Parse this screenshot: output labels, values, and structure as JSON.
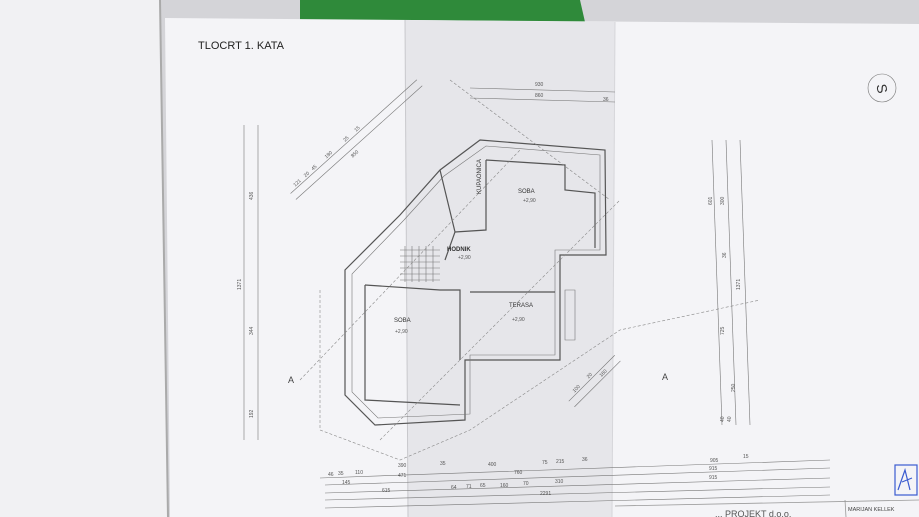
{
  "sheet": {
    "title": "TLOCRT 1. KATA",
    "north_mark": "S",
    "section_marks": [
      "A",
      "A"
    ]
  },
  "rooms": [
    {
      "name": "SOBA",
      "level": "+2,90"
    },
    {
      "name": "KUPAONICA"
    },
    {
      "name": "HODNIK",
      "level": "+2,90"
    },
    {
      "name": "SOBA",
      "level": "+2,90"
    },
    {
      "name": "TERASA",
      "level": "+2,90"
    }
  ],
  "dimensions": {
    "top": [
      "930",
      "860",
      "36"
    ],
    "diagonal": [
      "121",
      "20",
      "45",
      "180",
      "25",
      "15",
      "850"
    ],
    "left": [
      "436",
      "1371",
      "344",
      "192"
    ],
    "right": [
      "601",
      "300",
      "36",
      "1371",
      "725",
      "250",
      "40",
      "40"
    ],
    "bottom_row1": [
      "46",
      "35",
      "110",
      "390",
      "35",
      "400",
      "75",
      "215",
      "36",
      "905",
      "15"
    ],
    "bottom_row2": [
      "145",
      "471",
      "760",
      "915"
    ],
    "bottom_row3": [
      "615",
      "64",
      "71",
      "65",
      "160",
      "70",
      "310",
      "915"
    ],
    "bottom_total": "2291",
    "terrace_diag": [
      "100",
      "20",
      "160"
    ]
  },
  "title_block": {
    "company": "... PROJEKT d.o.o.",
    "author": "MARIJAN KELLEK"
  }
}
